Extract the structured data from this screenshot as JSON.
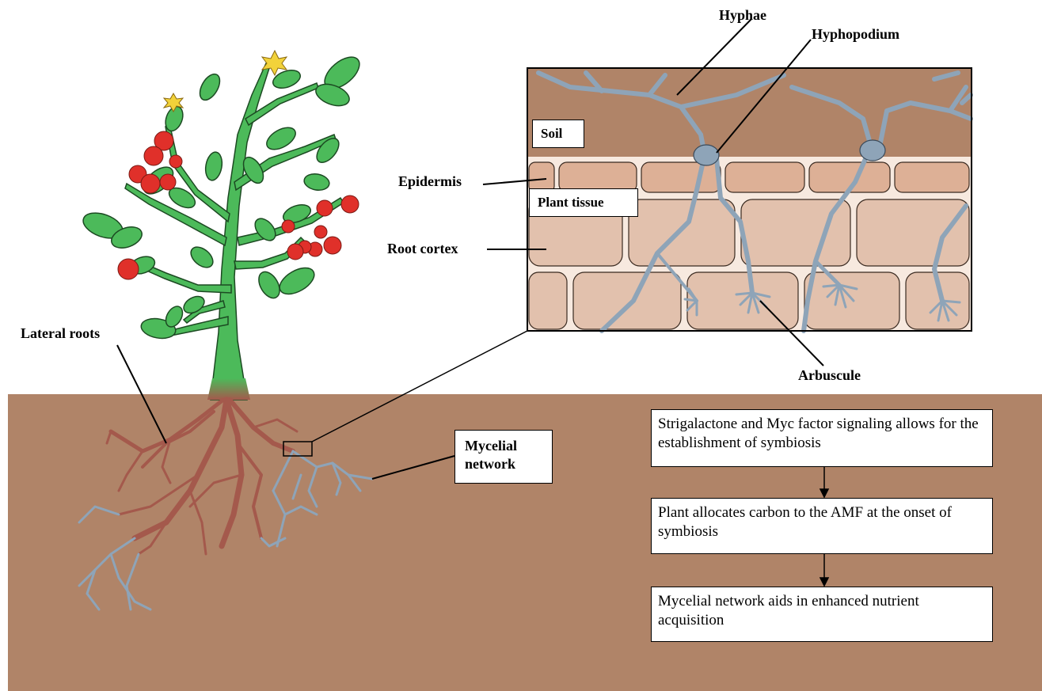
{
  "labels": {
    "hyphae": "Hyphae",
    "hyphopodium": "Hyphopodium",
    "soil": "Soil",
    "epidermis": "Epidermis",
    "plant_tissue": "Plant tissue",
    "root_cortex": "Root cortex",
    "lateral_roots": "Lateral roots",
    "arbuscule": "Arbuscule",
    "mycelial_network_line1": "Mycelial",
    "mycelial_network_line2": "network"
  },
  "flow": {
    "steps": [
      "Strigalactone and Myc factor signaling allows for the establishment of symbiosis",
      "Plant allocates carbon to the AMF at the onset of symbiosis",
      "Mycelial network aids in enhanced nutrient acquisition"
    ]
  },
  "colors": {
    "soil": "#b08468",
    "plant_green": "#4cba5a",
    "root_red": "#a4594c",
    "hyphae_blue": "#8ea4b8",
    "epidermis_cell": "#ddb096",
    "cortex_cell": "#e2c1ad",
    "tomato_red": "#e0302a"
  }
}
